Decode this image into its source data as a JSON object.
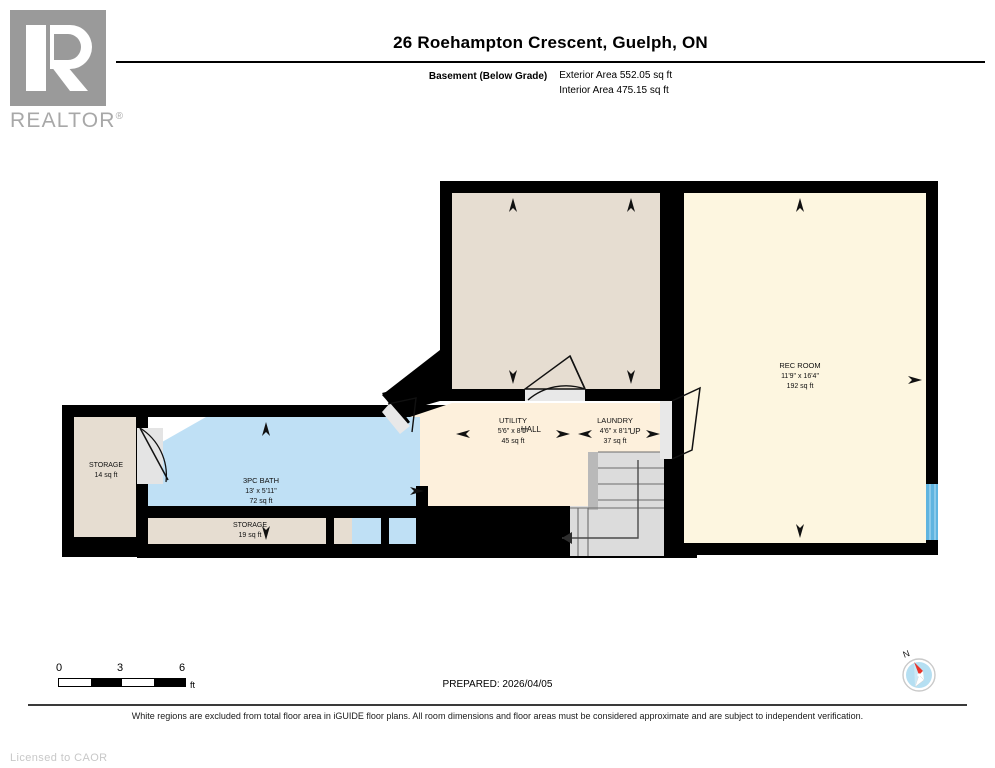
{
  "branding": {
    "logo_name": "realtor-logo",
    "wordmark": "REALTOR",
    "registered_mark": "®",
    "license_text": "Licensed to CAOR"
  },
  "header": {
    "title": "26 Roehampton Crescent, Guelph, ON",
    "level_label": "Basement (Below Grade)",
    "exterior_area": "Exterior Area 552.05 sq ft",
    "interior_area": "Interior Area 475.15 sq ft"
  },
  "rooms": [
    {
      "id": "utility",
      "name": "UTILITY",
      "dimensions": "5'6\" x 8'1\"",
      "area": "45 sq ft",
      "fill": "#e6ddd1"
    },
    {
      "id": "laundry",
      "name": "LAUNDRY",
      "dimensions": "4'6\" x 8'1\"",
      "area": "37 sq ft",
      "fill": "#e6ddd1"
    },
    {
      "id": "rec-room",
      "name": "REC ROOM",
      "dimensions": "11'9\" x 16'4\"",
      "area": "192 sq ft",
      "fill": "#fdf6e0"
    },
    {
      "id": "hall",
      "name": "HALL",
      "dimensions": "",
      "area": "",
      "fill": "#fdf0dc"
    },
    {
      "id": "bath",
      "name": "3PC BATH",
      "dimensions": "13' x 5'11\"",
      "area": "72 sq ft",
      "fill": "#bfe0f5"
    },
    {
      "id": "storage-left",
      "name": "STORAGE",
      "dimensions": "",
      "area": "14 sq ft",
      "fill": "#e6ddd1"
    },
    {
      "id": "storage-center",
      "name": "STORAGE",
      "dimensions": "",
      "area": "19 sq ft",
      "fill": "#e6ddd1"
    }
  ],
  "labels": {
    "stairs_up": "UP"
  },
  "scale": {
    "ticks": [
      "0",
      "3",
      "6"
    ],
    "unit": "ft"
  },
  "compass": {
    "north_label": "N"
  },
  "footer": {
    "prepared": "PREPARED: 2026/04/05",
    "disclaimer": "White regions are excluded from total floor area in iGUIDE floor plans. All room dimensions and floor areas must be considered approximate and are subject to independent verification."
  },
  "colors": {
    "wall": "#000000",
    "room_beige": "#e6ddd1",
    "room_cream": "#fdf6e0",
    "room_hall": "#fdf0dc",
    "room_bath_blue": "#bfe0f5",
    "stairs_gray": "#dcdcdc",
    "window_blue": "#5fb4e0"
  }
}
